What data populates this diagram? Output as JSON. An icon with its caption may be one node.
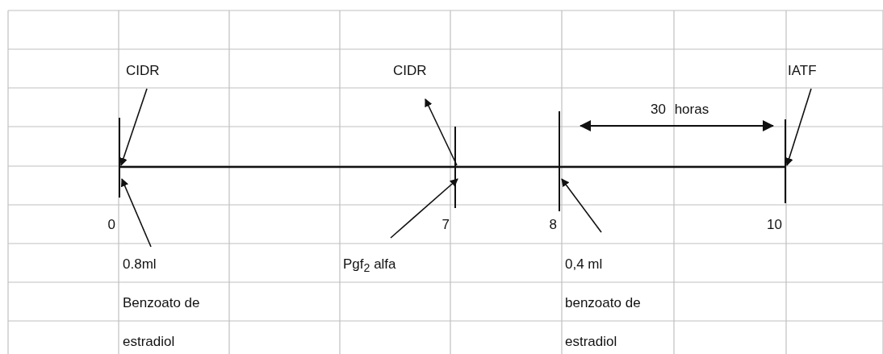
{
  "diagram": {
    "nodes": [
      {
        "text": [
          "CIDR"
        ]
      },
      {
        "text": [
          "CIDR"
        ]
      },
      {
        "text": [
          "IATF"
        ]
      },
      {
        "text": [],
        "shape": "bar",
        "beside": [
          "0"
        ]
      },
      {
        "text": [],
        "shape": "bar",
        "beside": [
          "7"
        ]
      },
      {
        "text": [],
        "shape": "bar",
        "beside": [
          "8"
        ]
      },
      {
        "text": [],
        "shape": "bar",
        "beside": [
          "10"
        ]
      },
      {
        "text": [
          "0.8ml",
          "Benzoato de estradiol"
        ]
      },
      {
        "text": [
          "Pgf$_{2}$ alfa"
        ]
      },
      {
        "text": [
          "0,4 ml",
          "benzoato de estradiol"
        ]
      }
    ],
    "edges": [
      {
        "from": 3,
        "to": 4,
        "arrow": "none"
      },
      {
        "from": 4,
        "to": 5,
        "arrow": "none"
      },
      {
        "from": 5,
        "to": 6,
        "arrow": "none"
      },
      {
        "from": 0,
        "to": 3,
        "arrow": "to"
      },
      {
        "from": 4,
        "to": 1,
        "arrow": "to"
      },
      {
        "from": 2,
        "to": 6,
        "arrow": "to"
      },
      {
        "from": 7,
        "to": 3,
        "arrow": "to"
      },
      {
        "from": 8,
        "to": 4,
        "arrow": "to"
      },
      {
        "from": 9,
        "to": 5,
        "arrow": "to"
      }
    ],
    "labels": [
      "30 horas"
    ]
  }
}
